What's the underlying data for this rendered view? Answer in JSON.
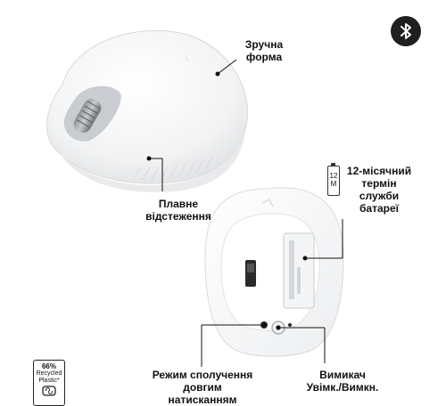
{
  "features": {
    "shape": {
      "line1": "Зручна",
      "line2": "форма"
    },
    "tracking": {
      "line1": "Плавне",
      "line2": "відстеження"
    },
    "battery": {
      "line1": "12-місячний",
      "line2": "термін",
      "line3": "служби",
      "line4": "батареї"
    },
    "pairing": {
      "line1": "Режим сполучення",
      "line2": "довгим",
      "line3": "натисканням"
    },
    "power": {
      "line1": "Вимикач",
      "line2": "Увімк./Вимкн."
    }
  },
  "battery_icon": {
    "top": "12",
    "bottom": "M"
  },
  "recycle_badge": {
    "percent": "66%",
    "line1": "Recycled",
    "line2": "Plastic*"
  },
  "icons": [
    "bluetooth-icon",
    "battery-icon",
    "recycled-plastic-icon"
  ],
  "colors": {
    "mouse_body": "#f3f4f5",
    "accent_grey": "#c9ccd0",
    "text": "#111111",
    "badge": "#1f1f1f"
  }
}
